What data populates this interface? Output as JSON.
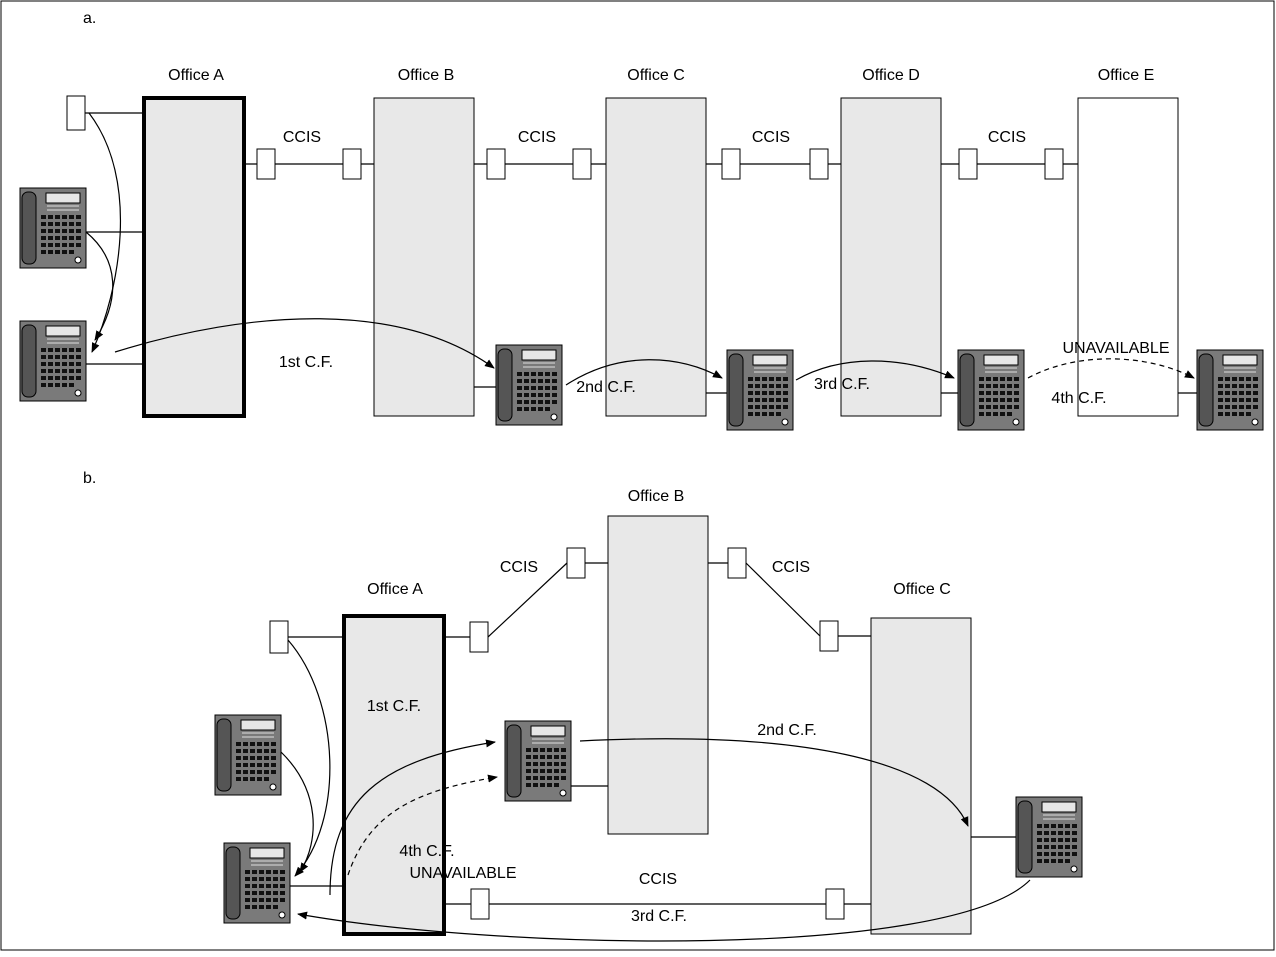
{
  "colors": {
    "office_fill": "#e8e8e8",
    "office_e_fill": "#ffffff",
    "phone_body": "#7a7a7a",
    "phone_dark": "#2a2a2a"
  },
  "diagram_a": {
    "label": "a.",
    "offices": [
      "Office A",
      "Office B",
      "Office C",
      "Office D",
      "Office E"
    ],
    "links": [
      "CCIS",
      "CCIS",
      "CCIS",
      "CCIS"
    ],
    "forwards": [
      "1st C.F.",
      "2nd C.F.",
      "3rd C.F.",
      "4th C.F."
    ],
    "unavailable": "UNAVAILABLE"
  },
  "diagram_b": {
    "label": "b.",
    "offices": [
      "Office A",
      "Office B",
      "Office C"
    ],
    "links": [
      "CCIS",
      "CCIS",
      "CCIS"
    ],
    "forwards": [
      "1st C.F.",
      "2nd C.F.",
      "3rd C.F.",
      "4th C.F."
    ],
    "unavailable": "UNAVAILABLE"
  }
}
